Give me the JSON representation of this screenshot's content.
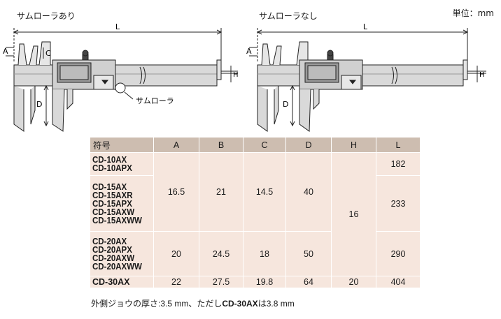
{
  "diagrams": {
    "left_title": "サムローラあり",
    "right_title": "サムローラなし",
    "unit": "単位：mm",
    "dim_L": "L",
    "dim_A": "A",
    "dim_C": "C",
    "dim_D": "D",
    "dim_H": "H",
    "callout": "サムローラ"
  },
  "table": {
    "headers": [
      "符号",
      "A",
      "B",
      "C",
      "D",
      "H",
      "L"
    ],
    "groups": [
      {
        "models": [
          "CD-10AX",
          "CD-10APX"
        ],
        "L": "182"
      },
      {
        "models": [
          "CD-15AX",
          "CD-15AXR",
          "CD-15APX",
          "CD-15AXW",
          "CD-15AXWW"
        ],
        "L": "233"
      },
      {
        "models": [
          "CD-20AX",
          "CD-20APX",
          "CD-20AXW",
          "CD-20AXWW"
        ],
        "L": "290"
      }
    ],
    "merged": {
      "A_10_15": "16.5",
      "B_10_15": "21",
      "C_10_15": "14.5",
      "D_10_15": "40",
      "A_20": "20",
      "B_20": "24.5",
      "C_20": "18",
      "D_20": "50",
      "H_10_20": "16"
    },
    "last_row": {
      "model": "CD-30AX",
      "A": "22",
      "B": "27.5",
      "C": "19.8",
      "D": "64",
      "H": "20",
      "L": "404"
    }
  },
  "note": {
    "prefix": "外側ジョウの厚さ:3.5 mm、ただし",
    "model": "CD-30AX",
    "suffix": "は3.8 mm"
  }
}
